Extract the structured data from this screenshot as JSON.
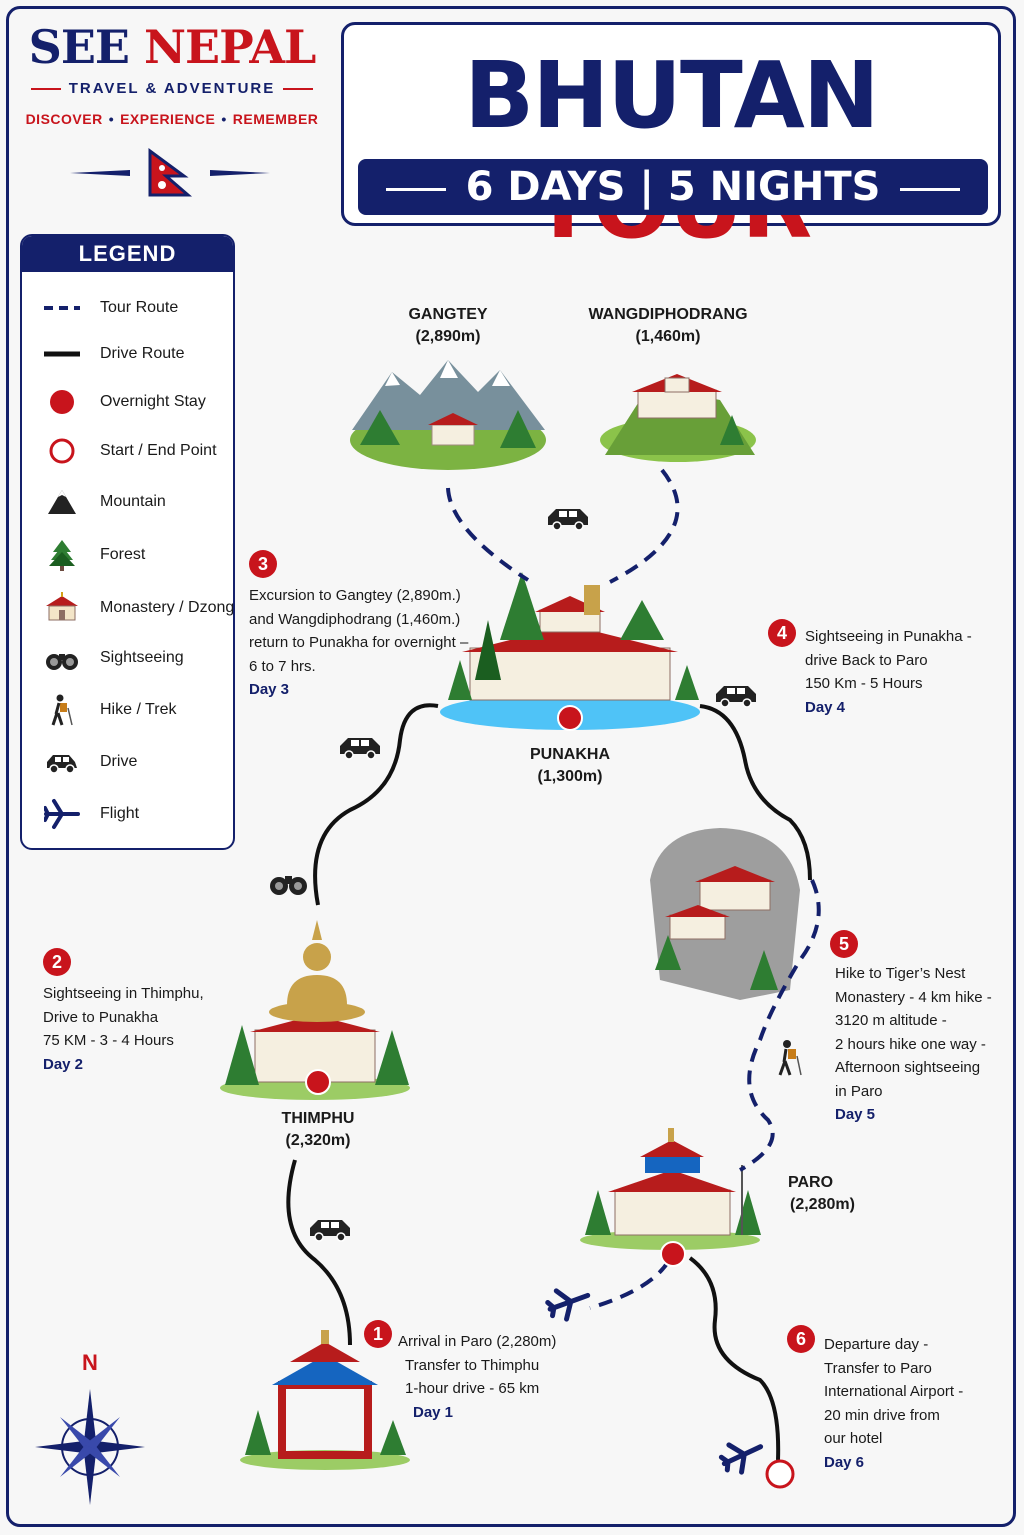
{
  "brand": {
    "name_part1": "SEE",
    "name_part2": "NEPAL",
    "tagline": "TRAVEL & ADVENTURE",
    "slogan": [
      "DISCOVER",
      "EXPERIENCE",
      "REMEMBER"
    ]
  },
  "title": {
    "part1": "BHUTAN",
    "part2": "TOUR",
    "duration": "6 DAYS | 5 NIGHTS"
  },
  "legend": {
    "heading": "LEGEND",
    "items": [
      {
        "label": "Tour Route",
        "icon": "dashed-line-icon"
      },
      {
        "label": "Drive Route",
        "icon": "solid-line-icon"
      },
      {
        "label": "Overnight Stay",
        "icon": "red-dot-icon"
      },
      {
        "label": "Start / End Point",
        "icon": "red-ring-icon"
      },
      {
        "label": "Mountain",
        "icon": "mountain-icon"
      },
      {
        "label": "Forest",
        "icon": "tree-icon"
      },
      {
        "label": "Monastery / Dzong",
        "icon": "monastery-icon"
      },
      {
        "label": "Sightseeing",
        "icon": "binoculars-icon"
      },
      {
        "label": "Hike / Trek",
        "icon": "hiker-icon"
      },
      {
        "label": "Drive",
        "icon": "car-icon"
      },
      {
        "label": "Flight",
        "icon": "plane-icon"
      }
    ]
  },
  "places": {
    "gangtey": {
      "name": "GANGTEY",
      "altitude": "(2,890m)"
    },
    "wangdi": {
      "name": "WANGDIPHODRANG",
      "altitude": "(1,460m)"
    },
    "punakha": {
      "name": "PUNAKHA",
      "altitude": "(1,300m)"
    },
    "thimphu": {
      "name": "THIMPHU",
      "altitude": "(2,320m)"
    },
    "paro": {
      "name": "PARO",
      "altitude": "(2,280m)"
    }
  },
  "days": [
    {
      "num": "1",
      "lines": [
        "Arrival in Paro (2,280m)",
        "Transfer to Thimphu",
        "1-hour drive - 65 km"
      ],
      "day": "Day 1"
    },
    {
      "num": "2",
      "lines": [
        "Sightseeing in Thimphu,",
        "Drive to Punakha",
        "75 KM - 3 - 4 Hours"
      ],
      "day": "Day 2"
    },
    {
      "num": "3",
      "lines": [
        "Excursion to Gangtey (2,890m.)",
        "and Wangdiphodrang (1,460m.)",
        "return to Punakha for overnight –",
        "6 to 7 hrs."
      ],
      "day": "Day 3"
    },
    {
      "num": "4",
      "lines": [
        "Sightseeing in Punakha -",
        "drive Back to Paro",
        "150 Km - 5 Hours"
      ],
      "day": "Day 4"
    },
    {
      "num": "5",
      "lines": [
        "Hike to Tiger’s Nest",
        "Monastery - 4 km hike -",
        "3120 m altitude -",
        "2 hours hike one way -",
        "Afternoon sightseeing",
        "in Paro"
      ],
      "day": "Day 5"
    },
    {
      "num": "6",
      "lines": [
        "Departure day -",
        "Transfer to Paro",
        "International Airport -",
        "20 min drive from",
        "our hotel"
      ],
      "day": "Day 6"
    }
  ],
  "compass": {
    "north": "N"
  },
  "colors": {
    "navy": "#14206b",
    "red": "#c8141c"
  }
}
